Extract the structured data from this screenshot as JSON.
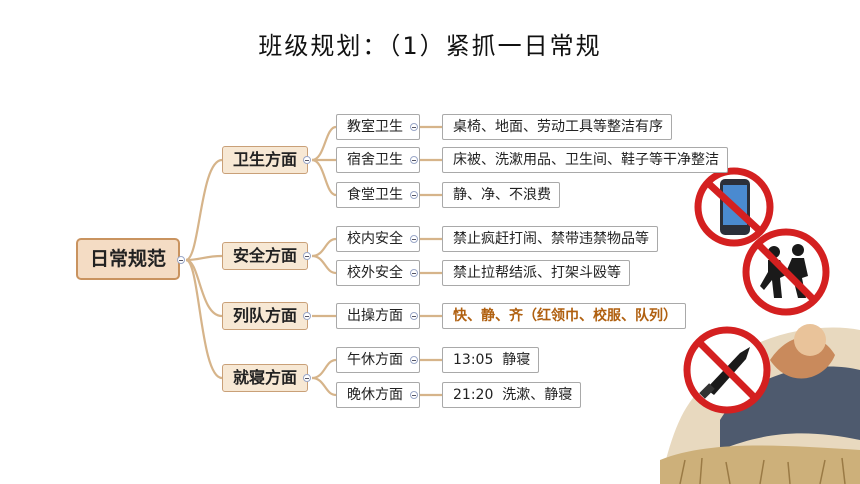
{
  "title": "班级规划：（1）紧抓一日常规",
  "mindmap": {
    "root": "日常规范",
    "categories": [
      {
        "label": "卫生方面",
        "items": [
          {
            "label": "教室卫生",
            "detail": "桌椅、地面、劳动工具等整洁有序"
          },
          {
            "label": "宿舍卫生",
            "detail": "床被、洗漱用品、卫生间、鞋子等干净整洁"
          },
          {
            "label": "食堂卫生",
            "detail": "静、净、不浪费"
          }
        ]
      },
      {
        "label": "安全方面",
        "items": [
          {
            "label": "校内安全",
            "detail": "禁止疯赶打闹、禁带违禁物品等"
          },
          {
            "label": "校外安全",
            "detail": "禁止拉帮结派、打架斗殴等"
          }
        ]
      },
      {
        "label": "列队方面",
        "items": [
          {
            "label": "出操方面",
            "detail": "快、静、齐（红领巾、校服、队列）"
          }
        ]
      },
      {
        "label": "就寝方面",
        "items": [
          {
            "label": "午休方面",
            "detail": "13:05  静寝"
          },
          {
            "label": "晚休方面",
            "detail": "21:20  洗漱、静寝"
          }
        ]
      }
    ]
  },
  "colors": {
    "branch": "#d6b48a",
    "root_fill": "#f4dcc4",
    "category_fill": "#f7e8d4",
    "highlight_text": "#b06010",
    "prohibition_red": "#d42020"
  },
  "icons": [
    "no-phone-sign-icon",
    "no-fighting-sign-icon",
    "no-knife-sign-icon"
  ]
}
